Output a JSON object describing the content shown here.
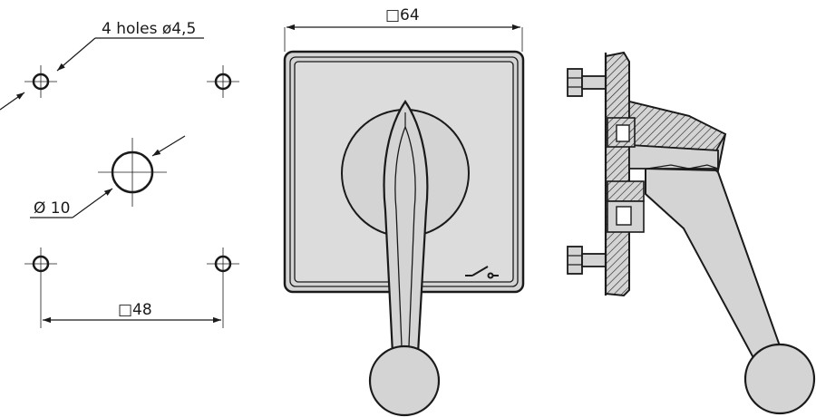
{
  "labels": {
    "holes": "4 holes ø4,5",
    "center_hole": "Ø 10",
    "hole_spacing": "□48",
    "plate_size": "□64"
  },
  "colors": {
    "line": "#1a1a1a",
    "part_fill": "#d4d4d4",
    "plate_inner": "#dcdcdc",
    "paper": "#ffffff"
  }
}
